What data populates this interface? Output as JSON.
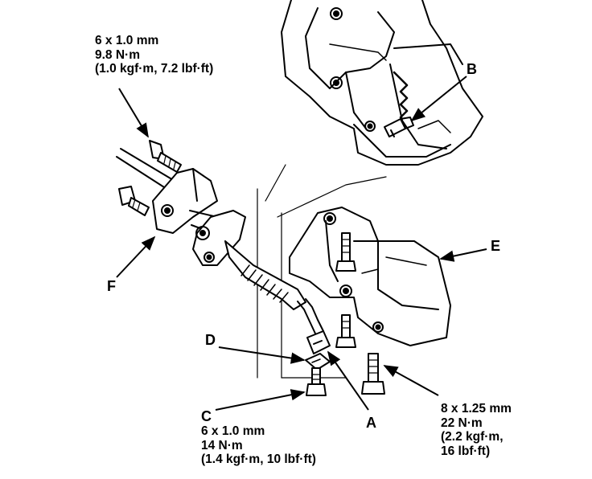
{
  "callouts": {
    "top_bolt": {
      "size": "6 x 1.0 mm",
      "torque_nm": "9.8 N·m",
      "torque_alt": "(1.0 kgf·m, 7.2 lbf·ft)"
    },
    "c_bolt": {
      "letter": "C",
      "size": "6 x 1.0 mm",
      "torque_nm": "14 N·m",
      "torque_alt": "(1.4 kgf·m, 10 lbf·ft)"
    },
    "mount_bolt": {
      "size": "8 x 1.25 mm",
      "torque_nm": "22 N·m",
      "torque_alt_1": "(2.2 kgf·m,",
      "torque_alt_2": "16 lbf·ft)"
    }
  },
  "parts": {
    "a": "A",
    "b": "B",
    "d": "D",
    "e": "E",
    "f": "F"
  }
}
